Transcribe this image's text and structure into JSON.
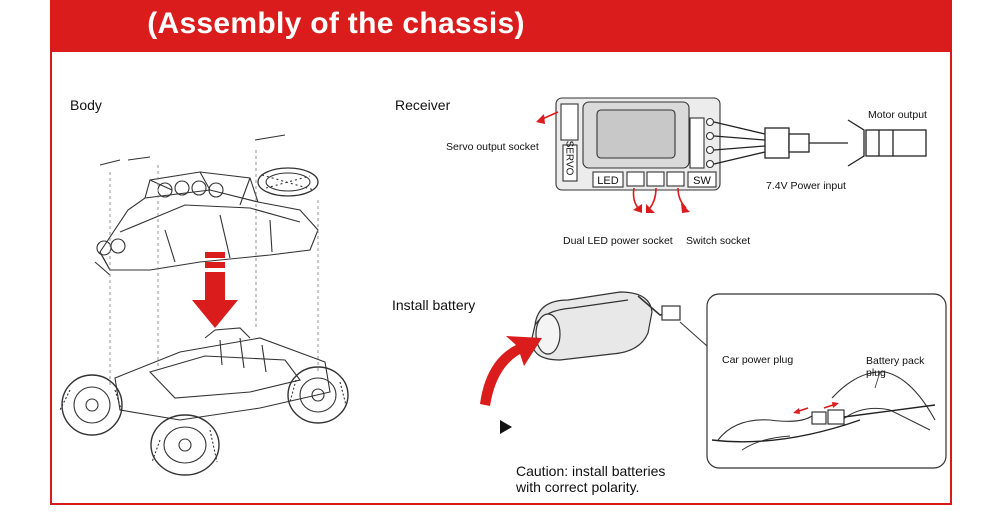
{
  "banner": {
    "title": "(Assembly of the chassis)"
  },
  "colors": {
    "accent": "#da1c1c",
    "line": "#333333"
  },
  "sections": {
    "body": {
      "label": "Body"
    },
    "receiver": {
      "label": "Receiver",
      "servo_tag": "SERVO",
      "led_tag": "LED",
      "sw_tag": "SW",
      "callouts": {
        "motor_output": "Motor output",
        "servo_output": "Servo output socket",
        "power_input": "7.4V Power input",
        "dual_led": "Dual LED power socket",
        "switch_socket": "Switch socket"
      }
    },
    "battery": {
      "label": "Install battery",
      "car_power_plug": "Car power plug",
      "battery_pack_plug": "Battery pack plug",
      "caution": "Caution: install batteries with correct polarity."
    }
  },
  "icons": [
    "down-arrow-icon",
    "curved-arrow-icon",
    "play-triangle-icon"
  ]
}
